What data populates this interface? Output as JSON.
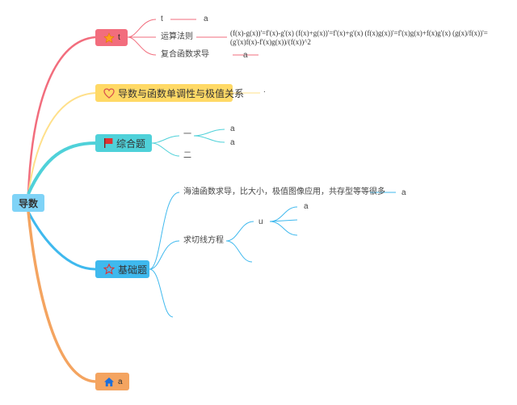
{
  "root": {
    "label": "导数"
  },
  "topics": {
    "t1": {
      "label": "t",
      "icon": "star-icon",
      "color": "#f26d7d",
      "children": {
        "c1": {
          "label": "t",
          "leaf": "a"
        },
        "c2": {
          "label": "运算法则",
          "formula_line1": "(f(x)-g(x))'=f'(x)-g'(x) (f(x)+g(x))'=f'(x)+g'(x) (f(x)g(x))'=f'(x)g(x)+f(x)g'(x) (g(x)/f(x))'=",
          "formula_line2": "(g'(x)f(x)-f'(x)g(x))/(f(x))^2"
        },
        "c3": {
          "label": "复合函数求导",
          "leaf": "a"
        }
      }
    },
    "t2": {
      "label": "导数与函数单调性与极值关系",
      "icon": "heart-icon",
      "color": "#ffd966",
      "leaf": "."
    },
    "t3": {
      "label": "综合题",
      "icon": "flag-icon",
      "color": "#4fd1d9",
      "children": {
        "c1": {
          "label": "一",
          "leaves": [
            "a",
            "a"
          ]
        },
        "c2": {
          "label": "二"
        }
      }
    },
    "t4": {
      "label": "基础题",
      "icon": "star-outline-icon",
      "color": "#3fb9ee",
      "children": {
        "c1": {
          "label": "海油函数求导，比大小，极值图像应用，共存型等等很多",
          "leaf": "a"
        },
        "c2": {
          "label": "求切线方程",
          "sub": "u",
          "leaf": "a"
        }
      }
    },
    "t5": {
      "label": "a",
      "icon": "home-icon",
      "color": "#f4a460"
    }
  }
}
